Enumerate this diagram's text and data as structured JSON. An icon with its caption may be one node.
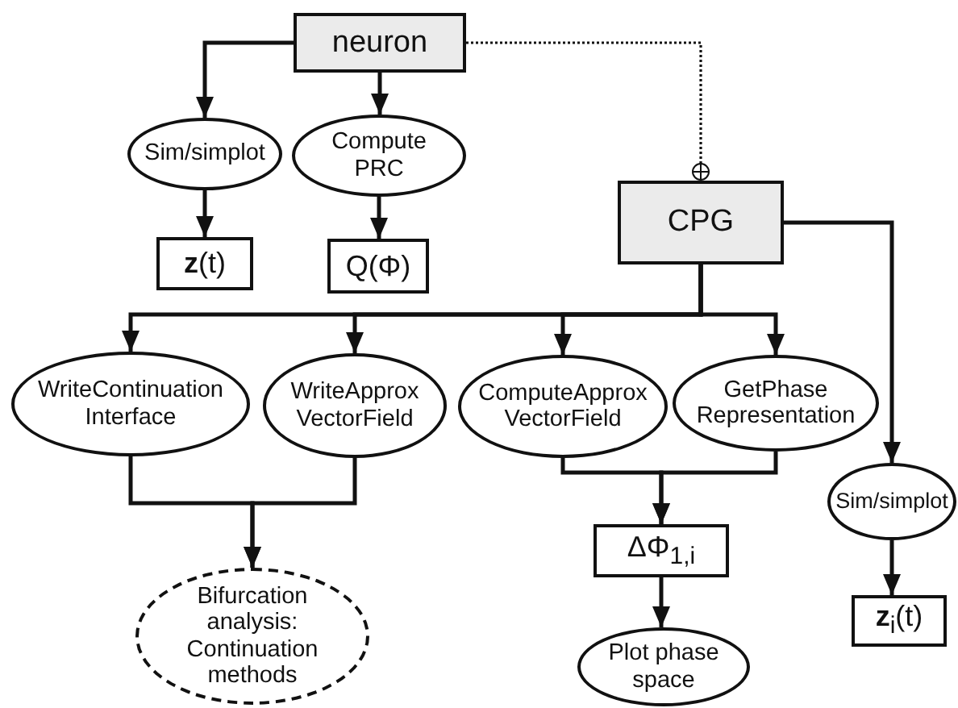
{
  "diagram": {
    "nodes": [
      {
        "text": [
          "neuron"
        ]
      },
      {
        "text": [
          "Sim/simplot"
        ]
      },
      {
        "text": [
          "Compute PRC"
        ]
      },
      {
        "text": [
          "**z**(t)"
        ]
      },
      {
        "text": [
          "Q(Φ)"
        ]
      },
      {
        "text": [
          "CPG"
        ]
      },
      {
        "text": [
          "WriteContinuation Interface"
        ]
      },
      {
        "text": [
          "WriteApprox VectorField"
        ]
      },
      {
        "text": [
          "ComputeApprox VectorField"
        ]
      },
      {
        "text": [
          "GetPhase Representation"
        ]
      },
      {
        "text": [
          "Sim/simplot"
        ]
      },
      {
        "text": [
          "**z**$_{i}$(t)"
        ]
      },
      {
        "text": [
          "Bifurcation analysis: Continuation methods"
        ]
      },
      {
        "text": [
          "ΔΦ$_{1,i}$"
        ]
      },
      {
        "text": [
          "Plot phase space"
        ]
      }
    ],
    "edges": [
      {
        "from": 0,
        "to": 1,
        "arrow": "to"
      },
      {
        "from": 0,
        "to": 2,
        "arrow": "to"
      },
      {
        "from": 1,
        "to": 3,
        "arrow": "to"
      },
      {
        "from": 2,
        "to": 4,
        "arrow": "to"
      },
      {
        "from": 0,
        "to": 5,
        "arrow": "other",
        "style": "dashed"
      },
      {
        "from": 5,
        "to": 6,
        "arrow": "to"
      },
      {
        "from": 5,
        "to": 7,
        "arrow": "to"
      },
      {
        "from": 5,
        "to": 8,
        "arrow": "to"
      },
      {
        "from": 5,
        "to": 9,
        "arrow": "to"
      },
      {
        "from": 5,
        "to": 10,
        "arrow": "to"
      },
      {
        "from": 10,
        "to": 11,
        "arrow": "to"
      },
      {
        "from": 6,
        "to": 12,
        "arrow": "to"
      },
      {
        "from": 7,
        "to": 12,
        "arrow": "to"
      },
      {
        "from": 8,
        "to": 13,
        "arrow": "to"
      },
      {
        "from": 9,
        "to": 13,
        "arrow": "to"
      },
      {
        "from": 13,
        "to": 14,
        "arrow": "to"
      }
    ]
  }
}
